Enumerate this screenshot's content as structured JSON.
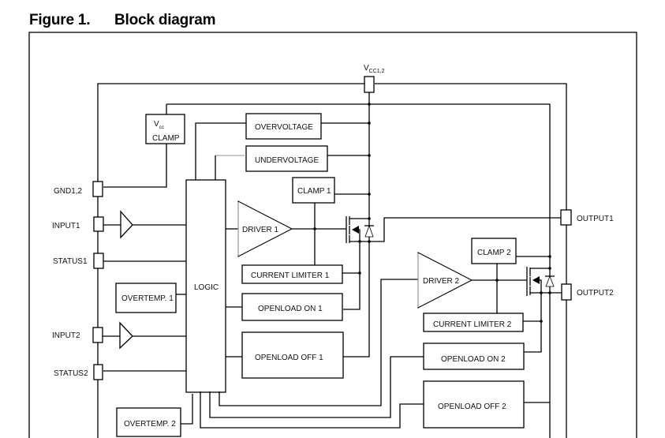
{
  "figure": {
    "number": "Figure 1.",
    "title": "Block diagram"
  },
  "pins": {
    "vcc": {
      "label": "V",
      "sub": "CC1,2"
    },
    "gnd": "GND1,2",
    "input1": "INPUT1",
    "status1": "STATUS1",
    "input2": "INPUT2",
    "status2": "STATUS2",
    "output1": "OUTPUT1",
    "output2": "OUTPUT2"
  },
  "blocks": {
    "vcc_clamp": {
      "line1": "V",
      "line1_sub": "cc",
      "line2": "CLAMP"
    },
    "overvoltage": "OVERVOLTAGE",
    "undervoltage": "UNDERVOLTAGE",
    "clamp1": "CLAMP 1",
    "clamp2": "CLAMP 2",
    "driver1": "DRIVER 1",
    "driver2": "DRIVER 2",
    "current_limiter1": "CURRENT LIMITER 1",
    "current_limiter2": "CURRENT LIMITER 2",
    "logic": "LOGIC",
    "overtemp1": "OVERTEMP. 1",
    "overtemp2": "OVERTEMP. 2",
    "openload_on1": "OPENLOAD ON 1",
    "openload_off1": "OPENLOAD OFF 1",
    "openload_on2": "OPENLOAD ON 2",
    "openload_off2": "OPENLOAD OFF 2"
  }
}
